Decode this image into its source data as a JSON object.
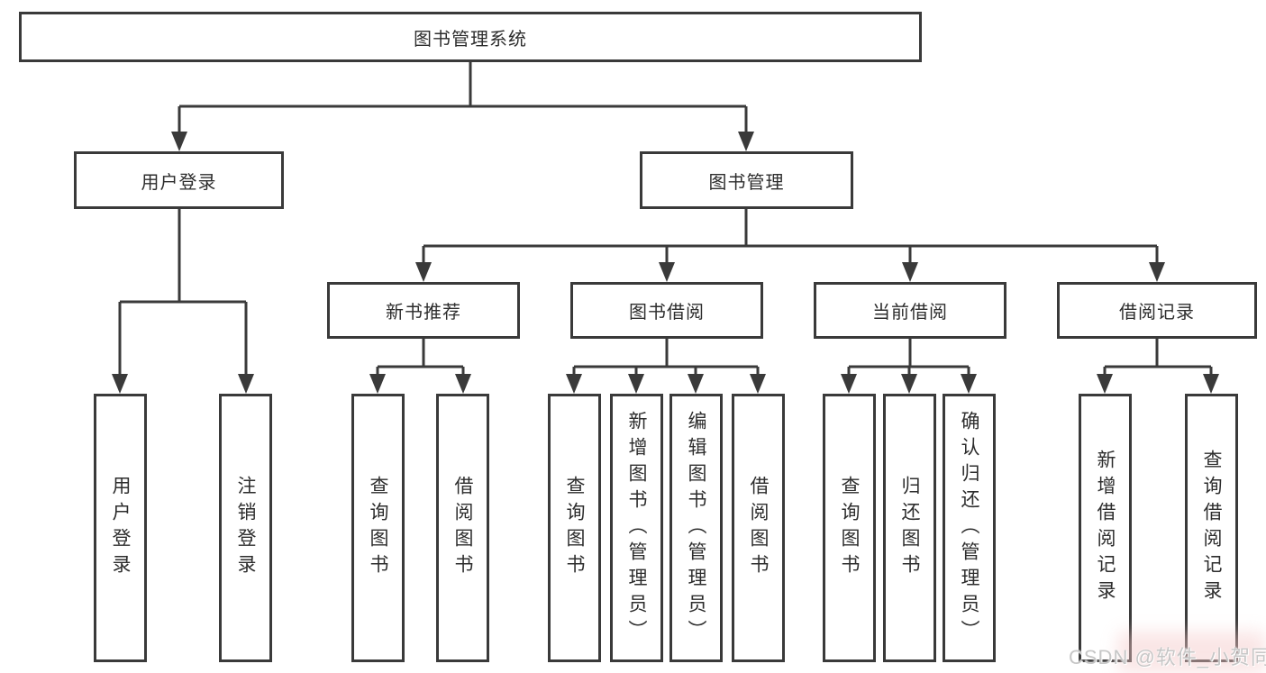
{
  "colors": {
    "line": "#3a3a3a",
    "text": "#2d2d2d",
    "box_bg": "#ffffff",
    "watermark_text": "#c6c6c6",
    "watermark_glow": "#f4c7c7"
  },
  "nodes": {
    "root": {
      "label": "图书管理系统"
    },
    "user_login": {
      "label": "用户登录"
    },
    "book_mgmt": {
      "label": "图书管理"
    },
    "new_book_rec": {
      "label": "新书推荐"
    },
    "book_borrow": {
      "label": "图书借阅"
    },
    "current_borrow": {
      "label": "当前借阅"
    },
    "borrow_record": {
      "label": "借阅记录"
    },
    "leaf_user_login": {
      "label": "用户登录"
    },
    "leaf_logout": {
      "label": "注销登录"
    },
    "leaf_query_book_1": {
      "label": "查询图书"
    },
    "leaf_borrow_book_1": {
      "label": "借阅图书"
    },
    "leaf_query_book_2": {
      "label": "查询图书"
    },
    "leaf_add_book": {
      "label": "新增图书（管理员）"
    },
    "leaf_edit_book": {
      "label": "编辑图书（管理员）"
    },
    "leaf_borrow_book_2": {
      "label": "借阅图书"
    },
    "leaf_query_book_3": {
      "label": "查询图书"
    },
    "leaf_return_book": {
      "label": "归还图书"
    },
    "leaf_confirm_return": {
      "label": "确认归还（管理员）"
    },
    "leaf_add_record": {
      "label": "新增借阅记录"
    },
    "leaf_query_record": {
      "label": "查询借阅记录"
    }
  },
  "watermark": {
    "text": "CSDN @软件_小贺同学"
  }
}
